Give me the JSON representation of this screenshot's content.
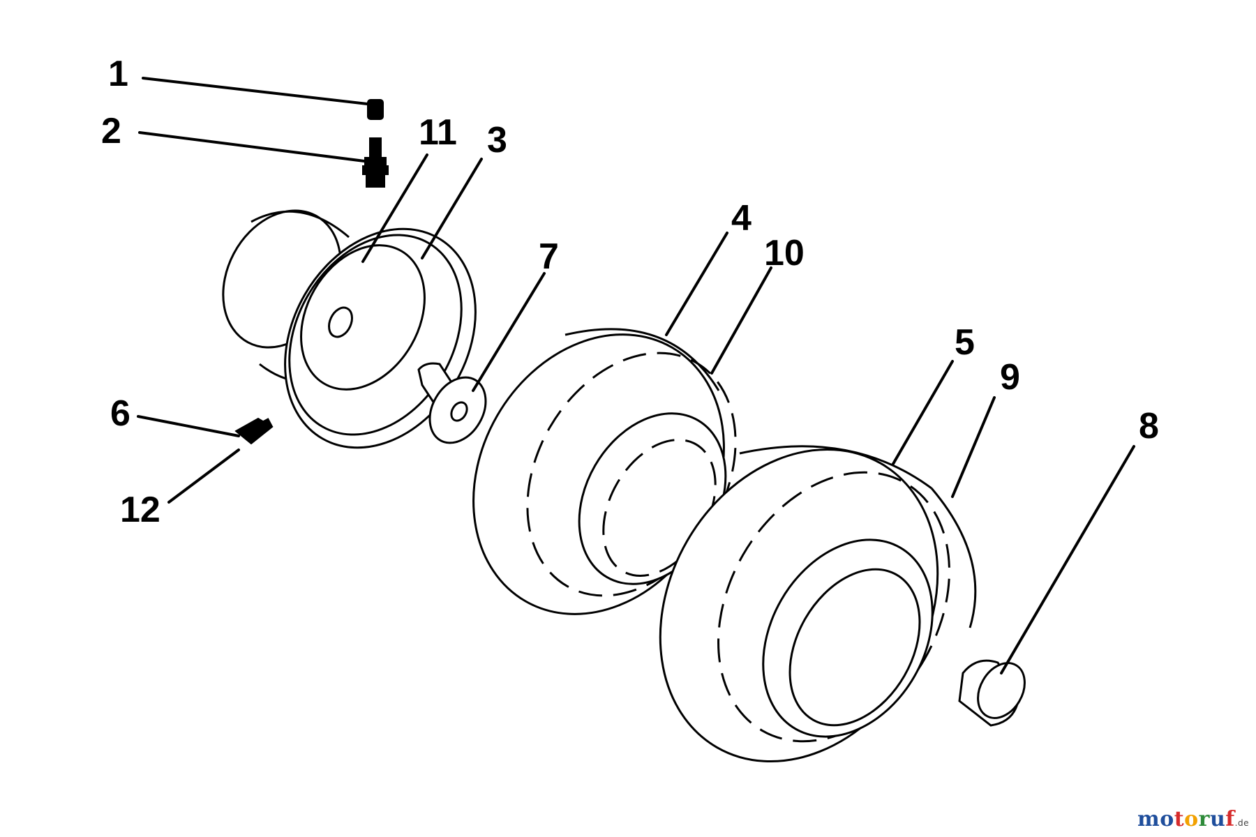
{
  "callouts": {
    "c1": "1",
    "c2": "2",
    "c3": "3",
    "c4": "4",
    "c5": "5",
    "c6": "6",
    "c7": "7",
    "c8": "8",
    "c9": "9",
    "c10": "10",
    "c11": "11",
    "c12": "12"
  },
  "watermark": {
    "letters": [
      "m",
      "o",
      "t",
      "o",
      "r",
      "u",
      "f"
    ],
    "suffix": ".de",
    "colors": [
      "#1f4e9c",
      "#1f4e9c",
      "#d62b2b",
      "#f2a100",
      "#2e8b3a",
      "#1f4e9c",
      "#d62b2b"
    ]
  }
}
